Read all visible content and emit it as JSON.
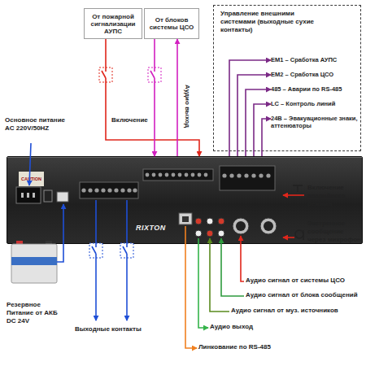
{
  "diagram": {
    "nodes": [
      {
        "text": [
          "От пожарной сигнализации АУПС"
        ]
      },
      {
        "text": [
          "От блоков системы ЦСО"
        ]
      },
      {
        "text": [
          "Управление внешними системами (выходные сухие контакты)"
        ]
      },
      {
        "text": [
          "EM1 – Сработка АУПС"
        ],
        "in": 2
      },
      {
        "text": [
          "EM2 – Сработка ЦСО"
        ],
        "in": 2
      },
      {
        "text": [
          "485 – Аварии по RS-485"
        ],
        "in": 2
      },
      {
        "text": [
          "LC – Контроль линий"
        ],
        "in": 2
      },
      {
        "text": [
          "24В – Эвакуационные знаки, аттенюаторы"
        ],
        "in": 2
      },
      {
        "text": [
          "CAUTION",
          "RIXTON"
        ]
      }
    ],
    "edges": [
      {
        "from": 0,
        "to": 8,
        "arrow": "to"
      },
      {
        "from": 1,
        "to": 8,
        "label": "Включение",
        "arrow": "to"
      },
      {
        "from": 8,
        "to": 1,
        "label": "Аудио выход",
        "arrow": "to"
      },
      {
        "from": 8,
        "to": 3,
        "arrow": "to"
      },
      {
        "from": 8,
        "to": 4,
        "arrow": "to"
      },
      {
        "from": 8,
        "to": 5,
        "arrow": "to"
      },
      {
        "from": 8,
        "to": 6,
        "arrow": "to"
      },
      {
        "from": 8,
        "to": 7,
        "arrow": "to"
      }
    ],
    "labels": [
      "Основное питание AC 220V/50HZ",
      "Резервное Питание от АКБ DC 24V",
      "Выходные контакты",
      "Включение аварийного режима",
      "Экстренное сообщение через микрофон",
      "Аудио сигнал от системы ЦСО",
      "Аудио сигнал от блока сообщений",
      "Аудио сигнал от муз. источников",
      "Аудио выход",
      "Линкование по RS-485"
    ]
  }
}
